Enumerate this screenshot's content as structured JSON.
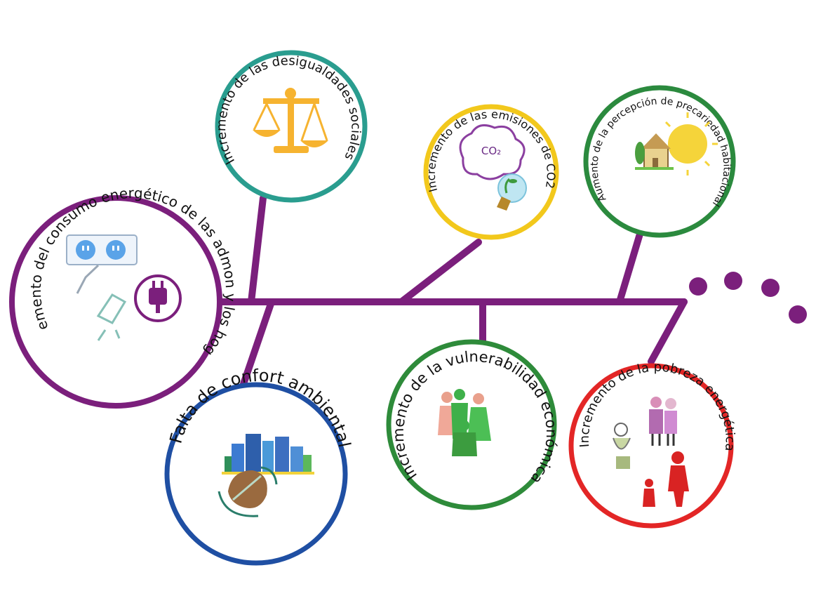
{
  "colors": {
    "spine": "#7b1f7c",
    "dots": "#7b1f7c",
    "purple": "#7b1f7c",
    "teal": "#2a9d8f",
    "yellow": "#f2c81c",
    "darkgreen": "#2b8a3e",
    "blue": "#1f4fa3",
    "green": "#2e8b3a",
    "red": "#e32626"
  },
  "nodes": [
    {
      "id": "consumo",
      "label": "Incremento del consumo energético de las admon y los hogares",
      "color": "purple",
      "icon": "plug-outlet-icon"
    },
    {
      "id": "desigualdades",
      "label": "Incremento de las desigualdades sociales",
      "color": "teal",
      "icon": "scales-icon"
    },
    {
      "id": "emisiones",
      "label": "Incremento de las emisiones de CO2",
      "color": "yellow",
      "icon": "co2-bulb-icon",
      "icon_text": "CO₂"
    },
    {
      "id": "precariedad",
      "label": "Aumento de la percepción de precariedad habitacional",
      "color": "darkgreen",
      "icon": "house-sun-icon"
    },
    {
      "id": "confort",
      "label": "Falta de confort ambiental",
      "color": "blue",
      "icon": "city-leaf-icon"
    },
    {
      "id": "vulnerabilidad",
      "label": "Incremento de la vulnerabilidad económica",
      "color": "green",
      "icon": "people-group-icon"
    },
    {
      "id": "pobreza",
      "label": "Incremento de la pobreza energética",
      "color": "red",
      "icon": "family-icon"
    }
  ]
}
